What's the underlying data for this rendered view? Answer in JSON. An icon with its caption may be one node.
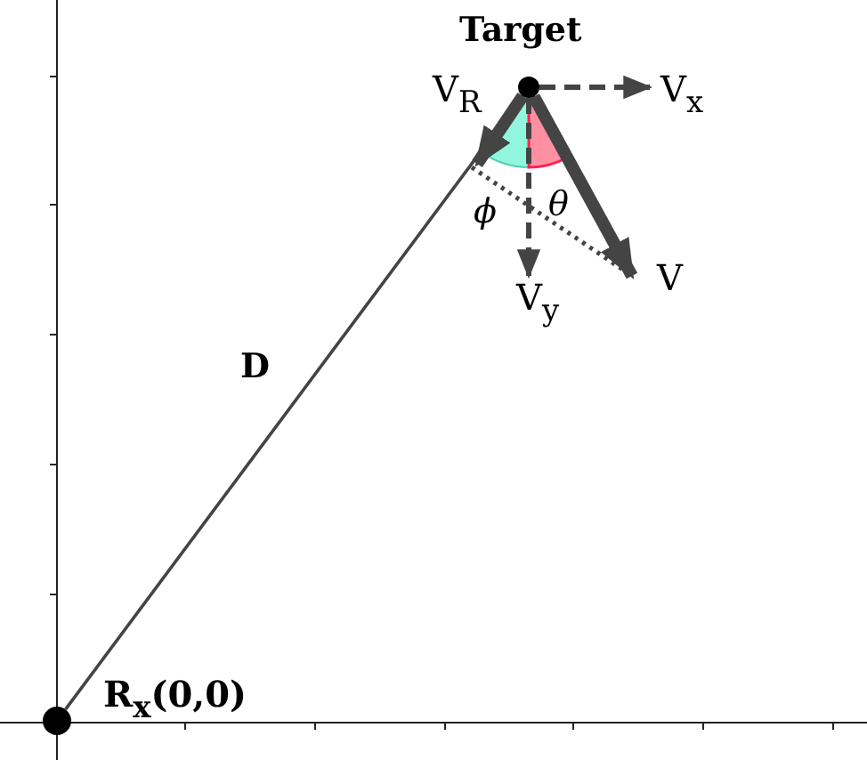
{
  "diagram": {
    "nodes": [
      {
        "text": [
          "Target"
        ]
      },
      {
        "text": [
          "R$_{x}$(0,0)"
        ]
      },
      {
        "text": [
          "V$_{R}$"
        ]
      },
      {
        "text": [
          "V$_{x}$"
        ]
      },
      {
        "text": [
          "V$_{y}$"
        ]
      },
      {
        "text": [
          "V"
        ]
      }
    ],
    "edges": [
      {
        "from": 1,
        "to": 0,
        "arrow": "none",
        "label": "D"
      },
      {
        "from": 0,
        "to": 2,
        "arrow": "to",
        "style": "thick"
      },
      {
        "from": 0,
        "to": 3,
        "arrow": "to",
        "style": "dashed"
      },
      {
        "from": 0,
        "to": 4,
        "arrow": "to",
        "style": "dashed"
      },
      {
        "from": 0,
        "to": 5,
        "arrow": "to",
        "style": "thick"
      }
    ],
    "labels": [
      "ϕ",
      "θ"
    ]
  }
}
